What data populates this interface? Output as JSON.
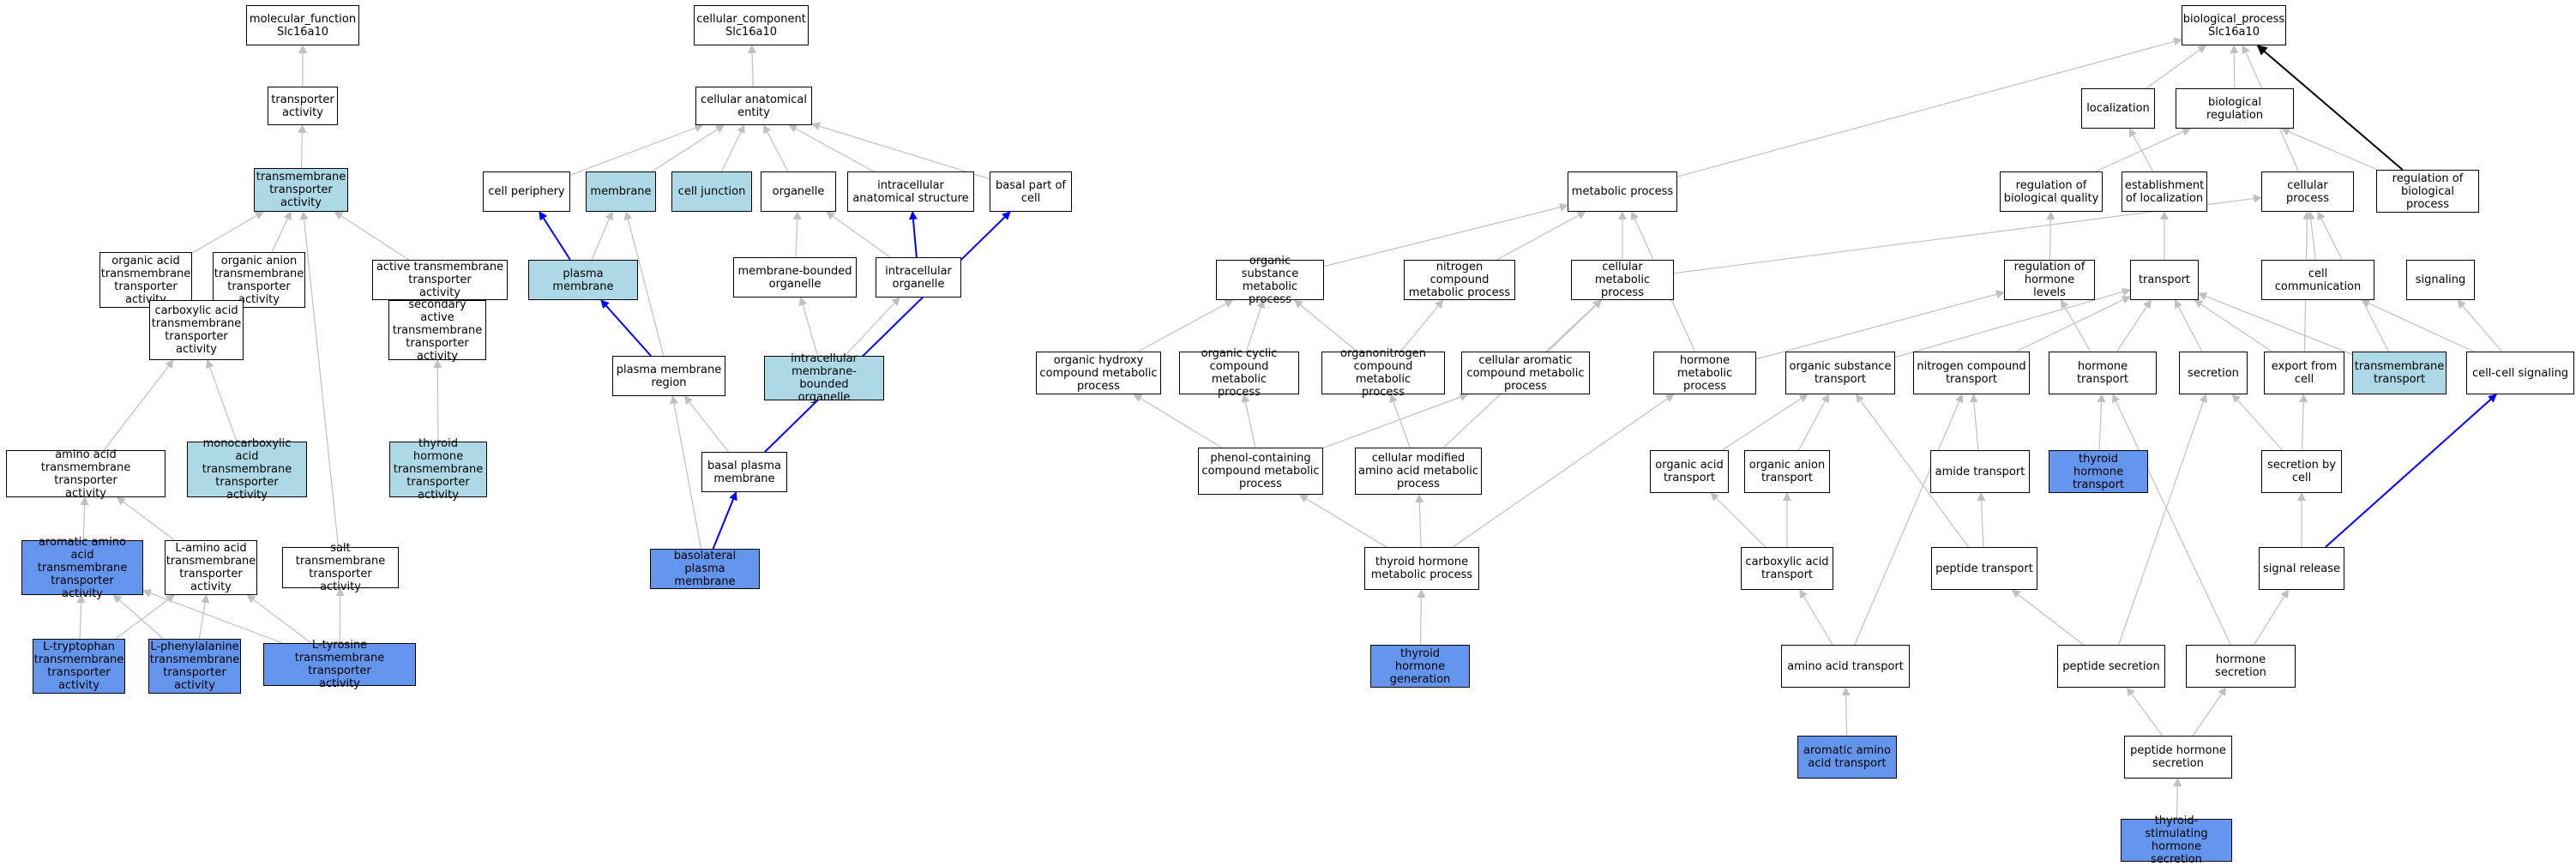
{
  "colors": {
    "plain": "#ffffff",
    "light": "#add8e6",
    "dark": "#6495ed",
    "edge_gray": "#c0c0c0",
    "edge_blue": "#0000ff",
    "edge_black": "#000000"
  },
  "nodes": [
    {
      "id": "mf_root",
      "label": "molecular_function\nSlc16a10",
      "style": "plain"
    },
    {
      "id": "transporter_activity",
      "label": "transporter\nactivity",
      "style": "plain"
    },
    {
      "id": "tm_transporter",
      "label": "transmembrane\ntransporter\nactivity",
      "style": "light"
    },
    {
      "id": "organic_acid_tm",
      "label": "organic acid\ntransmembrane\ntransporter\nactivity",
      "style": "plain"
    },
    {
      "id": "organic_anion_tm",
      "label": "organic anion\ntransmembrane\ntransporter\nactivity",
      "style": "plain"
    },
    {
      "id": "active_tm",
      "label": "active transmembrane\ntransporter\nactivity",
      "style": "plain"
    },
    {
      "id": "carboxylic_tm",
      "label": "carboxylic acid\ntransmembrane\ntransporter\nactivity",
      "style": "plain"
    },
    {
      "id": "secondary_active",
      "label": "secondary active\ntransmembrane\ntransporter\nactivity",
      "style": "plain"
    },
    {
      "id": "amino_acid_tm",
      "label": "amino acid transmembrane\ntransporter\nactivity",
      "style": "plain"
    },
    {
      "id": "monocarboxylic_tm",
      "label": "monocarboxylic\nacid transmembrane\ntransporter\nactivity",
      "style": "light"
    },
    {
      "id": "thyroid_tm",
      "label": "thyroid hormone\ntransmembrane\ntransporter\nactivity",
      "style": "light"
    },
    {
      "id": "aromatic_tm",
      "label": "aromatic amino\nacid transmembrane\ntransporter\nactivity",
      "style": "dark"
    },
    {
      "id": "l_amino_tm",
      "label": "L-amino acid\ntransmembrane\ntransporter\nactivity",
      "style": "plain"
    },
    {
      "id": "salt_tm",
      "label": "salt transmembrane\ntransporter\nactivity",
      "style": "plain"
    },
    {
      "id": "l_trp",
      "label": "L-tryptophan\ntransmembrane\ntransporter\nactivity",
      "style": "dark"
    },
    {
      "id": "l_phe",
      "label": "L-phenylalanine\ntransmembrane\ntransporter\nactivity",
      "style": "dark"
    },
    {
      "id": "l_tyr",
      "label": "L-tyrosine transmembrane\ntransporter\nactivity",
      "style": "dark"
    },
    {
      "id": "cc_root",
      "label": "cellular_component\nSlc16a10",
      "style": "plain"
    },
    {
      "id": "cae",
      "label": "cellular anatomical\nentity",
      "style": "plain"
    },
    {
      "id": "cell_periphery",
      "label": "cell periphery",
      "style": "plain"
    },
    {
      "id": "membrane",
      "label": "membrane",
      "style": "light"
    },
    {
      "id": "cell_junction",
      "label": "cell junction",
      "style": "light"
    },
    {
      "id": "organelle",
      "label": "organelle",
      "style": "plain"
    },
    {
      "id": "intracellular_struct",
      "label": "intracellular\nanatomical structure",
      "style": "plain"
    },
    {
      "id": "basal_part",
      "label": "basal part of\ncell",
      "style": "plain"
    },
    {
      "id": "plasma_membrane",
      "label": "plasma membrane",
      "style": "light"
    },
    {
      "id": "membrane_bounded",
      "label": "membrane-bounded\norganelle",
      "style": "plain"
    },
    {
      "id": "intracellular_org",
      "label": "intracellular\norganelle",
      "style": "plain"
    },
    {
      "id": "pm_region",
      "label": "plasma membrane\nregion",
      "style": "plain"
    },
    {
      "id": "intra_mb_org",
      "label": "intracellular\nmembrane-bounded\norganelle",
      "style": "light"
    },
    {
      "id": "basal_pm",
      "label": "basal plasma\nmembrane",
      "style": "plain"
    },
    {
      "id": "basolateral_pm",
      "label": "basolateral\nplasma membrane",
      "style": "dark"
    },
    {
      "id": "bp_root",
      "label": "biological_process\nSlc16a10",
      "style": "plain"
    },
    {
      "id": "localization",
      "label": "localization",
      "style": "plain"
    },
    {
      "id": "bio_regulation",
      "label": "biological regulation",
      "style": "plain"
    },
    {
      "id": "metabolic_process",
      "label": "metabolic process",
      "style": "plain"
    },
    {
      "id": "reg_bio_quality",
      "label": "regulation of\nbiological quality",
      "style": "plain"
    },
    {
      "id": "est_localization",
      "label": "establishment\nof localization",
      "style": "plain"
    },
    {
      "id": "cellular_process",
      "label": "cellular process",
      "style": "plain"
    },
    {
      "id": "reg_bio_process",
      "label": "regulation of\nbiological process",
      "style": "plain"
    },
    {
      "id": "org_sub_metab",
      "label": "organic substance\nmetabolic process",
      "style": "plain"
    },
    {
      "id": "nitrogen_metab",
      "label": "nitrogen compound\nmetabolic process",
      "style": "plain"
    },
    {
      "id": "cell_metab",
      "label": "cellular metabolic\nprocess",
      "style": "plain"
    },
    {
      "id": "reg_hormone_levels",
      "label": "regulation of\nhormone levels",
      "style": "plain"
    },
    {
      "id": "transport",
      "label": "transport",
      "style": "plain"
    },
    {
      "id": "cell_communication",
      "label": "cell communication",
      "style": "plain"
    },
    {
      "id": "signaling",
      "label": "signaling",
      "style": "plain"
    },
    {
      "id": "org_hydroxy",
      "label": "organic hydroxy\ncompound metabolic\nprocess",
      "style": "plain"
    },
    {
      "id": "org_cyclic",
      "label": "organic cyclic\ncompound metabolic\nprocess",
      "style": "plain"
    },
    {
      "id": "organonitrogen",
      "label": "organonitrogen\ncompound metabolic\nprocess",
      "style": "plain"
    },
    {
      "id": "cell_aromatic",
      "label": "cellular aromatic\ncompound metabolic\nprocess",
      "style": "plain"
    },
    {
      "id": "hormone_metab",
      "label": "hormone metabolic\nprocess",
      "style": "plain"
    },
    {
      "id": "org_sub_transport",
      "label": "organic substance\ntransport",
      "style": "plain"
    },
    {
      "id": "nitrogen_transport",
      "label": "nitrogen compound\ntransport",
      "style": "plain"
    },
    {
      "id": "hormone_transport",
      "label": "hormone transport",
      "style": "plain"
    },
    {
      "id": "secretion",
      "label": "secretion",
      "style": "plain"
    },
    {
      "id": "export_from_cell",
      "label": "export from\ncell",
      "style": "plain"
    },
    {
      "id": "tm_transport",
      "label": "transmembrane\ntransport",
      "style": "light"
    },
    {
      "id": "cell_cell_signaling",
      "label": "cell-cell signaling",
      "style": "plain"
    },
    {
      "id": "phenol_metab",
      "label": "phenol-containing\ncompound metabolic\nprocess",
      "style": "plain"
    },
    {
      "id": "cell_mod_aa_metab",
      "label": "cellular modified\namino acid metabolic\nprocess",
      "style": "plain"
    },
    {
      "id": "organic_acid_transport",
      "label": "organic acid\ntransport",
      "style": "plain"
    },
    {
      "id": "organic_anion_transport",
      "label": "organic anion\ntransport",
      "style": "plain"
    },
    {
      "id": "amide_transport",
      "label": "amide transport",
      "style": "plain"
    },
    {
      "id": "thyroid_transport",
      "label": "thyroid hormone\ntransport",
      "style": "dark"
    },
    {
      "id": "secretion_by_cell",
      "label": "secretion by\ncell",
      "style": "plain"
    },
    {
      "id": "thyroid_metab",
      "label": "thyroid hormone\nmetabolic process",
      "style": "plain"
    },
    {
      "id": "carboxylic_transport",
      "label": "carboxylic acid\ntransport",
      "style": "plain"
    },
    {
      "id": "peptide_transport",
      "label": "peptide transport",
      "style": "plain"
    },
    {
      "id": "signal_release",
      "label": "signal release",
      "style": "plain"
    },
    {
      "id": "thyroid_generation",
      "label": "thyroid hormone\ngeneration",
      "style": "dark"
    },
    {
      "id": "amino_acid_transport",
      "label": "amino acid transport",
      "style": "plain"
    },
    {
      "id": "peptide_secretion",
      "label": "peptide secretion",
      "style": "plain"
    },
    {
      "id": "hormone_secretion",
      "label": "hormone secretion",
      "style": "plain"
    },
    {
      "id": "aromatic_aa_transport",
      "label": "aromatic amino\nacid transport",
      "style": "dark"
    },
    {
      "id": "peptide_hormone_secretion",
      "label": "peptide hormone\nsecretion",
      "style": "plain"
    },
    {
      "id": "tsh_secretion",
      "label": "thyroid-stimulating\nhormone secretion",
      "style": "dark"
    }
  ],
  "edges": [
    [
      "transporter_activity",
      "mf_root",
      "gray"
    ],
    [
      "tm_transporter",
      "transporter_activity",
      "gray"
    ],
    [
      "organic_acid_tm",
      "tm_transporter",
      "gray"
    ],
    [
      "organic_anion_tm",
      "tm_transporter",
      "gray"
    ],
    [
      "active_tm",
      "tm_transporter",
      "gray"
    ],
    [
      "carboxylic_tm",
      "organic_acid_tm",
      "gray"
    ],
    [
      "carboxylic_tm",
      "organic_anion_tm",
      "gray"
    ],
    [
      "secondary_active",
      "active_tm",
      "gray"
    ],
    [
      "amino_acid_tm",
      "carboxylic_tm",
      "gray"
    ],
    [
      "monocarboxylic_tm",
      "carboxylic_tm",
      "gray"
    ],
    [
      "thyroid_tm",
      "secondary_active",
      "gray"
    ],
    [
      "aromatic_tm",
      "amino_acid_tm",
      "gray"
    ],
    [
      "l_amino_tm",
      "amino_acid_tm",
      "gray"
    ],
    [
      "salt_tm",
      "tm_transporter",
      "gray"
    ],
    [
      "l_trp",
      "aromatic_tm",
      "gray"
    ],
    [
      "l_trp",
      "l_amino_tm",
      "gray"
    ],
    [
      "l_phe",
      "aromatic_tm",
      "gray"
    ],
    [
      "l_phe",
      "l_amino_tm",
      "gray"
    ],
    [
      "l_tyr",
      "aromatic_tm",
      "gray"
    ],
    [
      "l_tyr",
      "l_amino_tm",
      "gray"
    ],
    [
      "l_tyr",
      "salt_tm",
      "gray"
    ],
    [
      "cae",
      "cc_root",
      "gray"
    ],
    [
      "cell_periphery",
      "cae",
      "gray"
    ],
    [
      "membrane",
      "cae",
      "gray"
    ],
    [
      "cell_junction",
      "cae",
      "gray"
    ],
    [
      "organelle",
      "cae",
      "gray"
    ],
    [
      "intracellular_struct",
      "cae",
      "gray"
    ],
    [
      "basal_part",
      "cae",
      "gray"
    ],
    [
      "plasma_membrane",
      "cell_periphery",
      "blue"
    ],
    [
      "plasma_membrane",
      "membrane",
      "gray"
    ],
    [
      "membrane_bounded",
      "organelle",
      "gray"
    ],
    [
      "intracellular_org",
      "organelle",
      "gray"
    ],
    [
      "intracellular_org",
      "intracellular_struct",
      "blue"
    ],
    [
      "pm_region",
      "plasma_membrane",
      "blue"
    ],
    [
      "pm_region",
      "membrane",
      "gray"
    ],
    [
      "intra_mb_org",
      "membrane_bounded",
      "gray"
    ],
    [
      "intra_mb_org",
      "intracellular_org",
      "gray"
    ],
    [
      "basal_pm",
      "pm_region",
      "gray"
    ],
    [
      "basal_pm",
      "basal_part",
      "blue"
    ],
    [
      "basolateral_pm",
      "basal_pm",
      "blue"
    ],
    [
      "basolateral_pm",
      "pm_region",
      "gray"
    ],
    [
      "localization",
      "bp_root",
      "gray"
    ],
    [
      "bio_regulation",
      "bp_root",
      "gray"
    ],
    [
      "metabolic_process",
      "bp_root",
      "gray"
    ],
    [
      "cellular_process",
      "bp_root",
      "gray"
    ],
    [
      "reg_bio_process",
      "bp_root",
      "black"
    ],
    [
      "reg_bio_quality",
      "bio_regulation",
      "gray"
    ],
    [
      "reg_bio_process",
      "bio_regulation",
      "gray"
    ],
    [
      "est_localization",
      "localization",
      "gray"
    ],
    [
      "org_sub_metab",
      "metabolic_process",
      "gray"
    ],
    [
      "nitrogen_metab",
      "metabolic_process",
      "gray"
    ],
    [
      "cell_metab",
      "metabolic_process",
      "gray"
    ],
    [
      "cell_metab",
      "cellular_process",
      "gray"
    ],
    [
      "reg_hormone_levels",
      "reg_bio_quality",
      "gray"
    ],
    [
      "transport",
      "est_localization",
      "gray"
    ],
    [
      "cell_communication",
      "cellular_process",
      "gray"
    ],
    [
      "org_hydroxy",
      "org_sub_metab",
      "gray"
    ],
    [
      "org_cyclic",
      "org_sub_metab",
      "gray"
    ],
    [
      "organonitrogen",
      "org_sub_metab",
      "gray"
    ],
    [
      "organonitrogen",
      "nitrogen_metab",
      "gray"
    ],
    [
      "cell_aromatic",
      "cell_metab",
      "gray"
    ],
    [
      "hormone_metab",
      "metabolic_process",
      "gray"
    ],
    [
      "hormone_metab",
      "reg_hormone_levels",
      "gray"
    ],
    [
      "org_sub_transport",
      "transport",
      "gray"
    ],
    [
      "nitrogen_transport",
      "transport",
      "gray"
    ],
    [
      "hormone_transport",
      "transport",
      "gray"
    ],
    [
      "hormone_transport",
      "reg_hormone_levels",
      "gray"
    ],
    [
      "secretion",
      "transport",
      "gray"
    ],
    [
      "export_from_cell",
      "transport",
      "gray"
    ],
    [
      "export_from_cell",
      "cellular_process",
      "gray"
    ],
    [
      "tm_transport",
      "transport",
      "gray"
    ],
    [
      "tm_transport",
      "cellular_process",
      "gray"
    ],
    [
      "cell_cell_signaling",
      "cell_communication",
      "gray"
    ],
    [
      "cell_cell_signaling",
      "signaling",
      "gray"
    ],
    [
      "phenol_metab",
      "org_hydroxy",
      "gray"
    ],
    [
      "phenol_metab",
      "org_cyclic",
      "gray"
    ],
    [
      "phenol_metab",
      "cell_aromatic",
      "gray"
    ],
    [
      "cell_mod_aa_metab",
      "organonitrogen",
      "gray"
    ],
    [
      "cell_mod_aa_metab",
      "cell_metab",
      "gray"
    ],
    [
      "organic_acid_transport",
      "org_sub_transport",
      "gray"
    ],
    [
      "organic_anion_transport",
      "org_sub_transport",
      "gray"
    ],
    [
      "amide_transport",
      "nitrogen_transport",
      "gray"
    ],
    [
      "thyroid_transport",
      "hormone_transport",
      "gray"
    ],
    [
      "secretion_by_cell",
      "secretion",
      "gray"
    ],
    [
      "secretion_by_cell",
      "export_from_cell",
      "gray"
    ],
    [
      "thyroid_metab",
      "phenol_metab",
      "gray"
    ],
    [
      "thyroid_metab",
      "cell_mod_aa_metab",
      "gray"
    ],
    [
      "thyroid_metab",
      "hormone_metab",
      "gray"
    ],
    [
      "carboxylic_transport",
      "organic_acid_transport",
      "gray"
    ],
    [
      "carboxylic_transport",
      "organic_anion_transport",
      "gray"
    ],
    [
      "peptide_transport",
      "amide_transport",
      "gray"
    ],
    [
      "peptide_transport",
      "org_sub_transport",
      "gray"
    ],
    [
      "signal_release",
      "secretion_by_cell",
      "gray"
    ],
    [
      "signal_release",
      "cell_cell_signaling",
      "blue"
    ],
    [
      "thyroid_generation",
      "thyroid_metab",
      "gray"
    ],
    [
      "amino_acid_transport",
      "carboxylic_transport",
      "gray"
    ],
    [
      "amino_acid_transport",
      "nitrogen_transport",
      "gray"
    ],
    [
      "peptide_secretion",
      "peptide_transport",
      "gray"
    ],
    [
      "peptide_secretion",
      "secretion",
      "gray"
    ],
    [
      "hormone_secretion",
      "hormone_transport",
      "gray"
    ],
    [
      "hormone_secretion",
      "signal_release",
      "gray"
    ],
    [
      "aromatic_aa_transport",
      "amino_acid_transport",
      "gray"
    ],
    [
      "peptide_hormone_secretion",
      "peptide_secretion",
      "gray"
    ],
    [
      "peptide_hormone_secretion",
      "hormone_secretion",
      "gray"
    ],
    [
      "tsh_secretion",
      "peptide_hormone_secretion",
      "gray"
    ]
  ]
}
